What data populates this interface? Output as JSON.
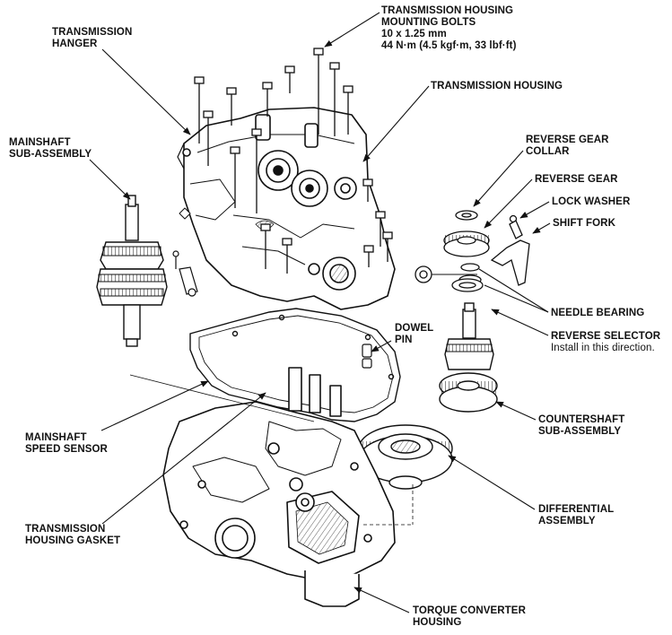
{
  "colors": {
    "ink": "#111111",
    "background": "#ffffff"
  },
  "labels": {
    "mounting_bolts": {
      "line1": "TRANSMISSION HOUSING",
      "line2": "MOUNTING BOLTS",
      "line3": "10 x 1.25 mm",
      "line4": "44 N·m (4.5 kgf·m, 33 lbf·ft)"
    },
    "hanger": {
      "line1": "TRANSMISSION",
      "line2": "HANGER"
    },
    "housing": {
      "line1": "TRANSMISSION HOUSING"
    },
    "mainshaft_sub": {
      "line1": "MAINSHAFT",
      "line2": "SUB-ASSEMBLY"
    },
    "reverse_collar": {
      "line1": "REVERSE GEAR",
      "line2": "COLLAR"
    },
    "reverse_gear": {
      "line1": "REVERSE GEAR"
    },
    "lock_washer": {
      "line1": "LOCK WASHER"
    },
    "shift_fork": {
      "line1": "SHIFT FORK"
    },
    "needle_bearing": {
      "line1": "NEEDLE BEARING"
    },
    "reverse_selector": {
      "line1": "REVERSE SELECTOR",
      "line2": "Install in this direction."
    },
    "dowel_pin": {
      "line1": "DOWEL",
      "line2": "PIN"
    },
    "countershaft_sub": {
      "line1": "COUNTERSHAFT",
      "line2": "SUB-ASSEMBLY"
    },
    "mainshaft_sensor": {
      "line1": "MAINSHAFT",
      "line2": "SPEED SENSOR"
    },
    "differential": {
      "line1": "DIFFERENTIAL",
      "line2": "ASSEMBLY"
    },
    "gasket": {
      "line1": "TRANSMISSION",
      "line2": "HOUSING GASKET"
    },
    "torque_converter": {
      "line1": "TORQUE CONVERTER",
      "line2": "HOUSING"
    }
  }
}
